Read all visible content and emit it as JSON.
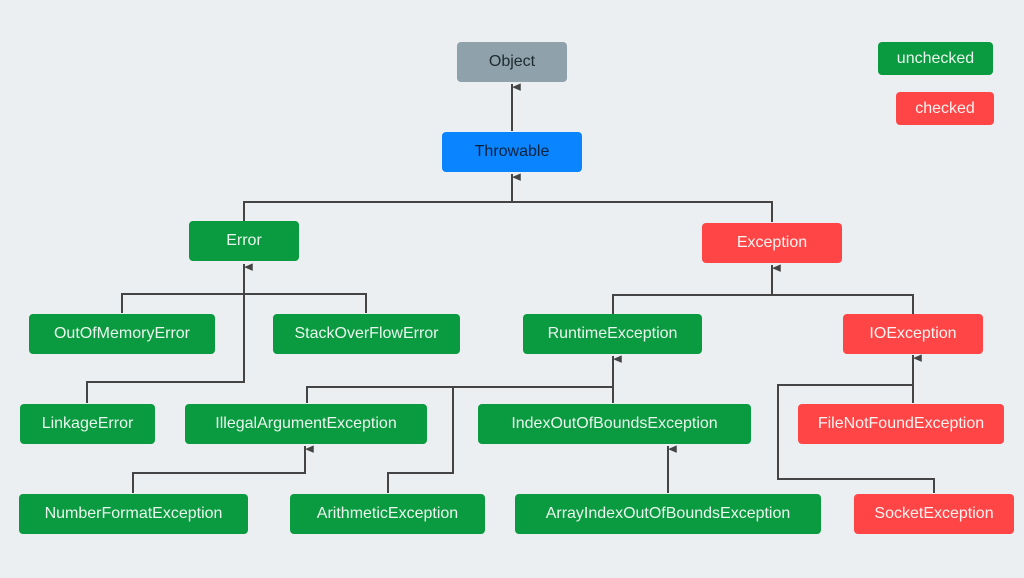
{
  "legend": {
    "unchecked": "unchecked",
    "checked": "checked"
  },
  "nodes": {
    "object": "Object",
    "throwable": "Throwable",
    "error": "Error",
    "exception": "Exception",
    "out_of_memory_error": "OutOfMemoryError",
    "stack_overflow_error": "StackOverFlowError",
    "runtime_exception": "RuntimeException",
    "io_exception": "IOException",
    "linkage_error": "LinkageError",
    "illegal_argument_exception": "IllegalArgumentException",
    "index_out_of_bounds_exception": "IndexOutOfBoundsException",
    "file_not_found_exception": "FileNotFoundException",
    "number_format_exception": "NumberFormatException",
    "arithmetic_exception": "ArithmeticException",
    "array_index_out_of_bounds_exception": "ArrayIndexOutOfBoundsException",
    "socket_exception": "SocketException"
  },
  "colors": {
    "unchecked": "#0a9a3f",
    "checked": "#ff4545",
    "object": "#8fa1aa",
    "throwable": "#0a84ff",
    "connector": "#444444"
  }
}
